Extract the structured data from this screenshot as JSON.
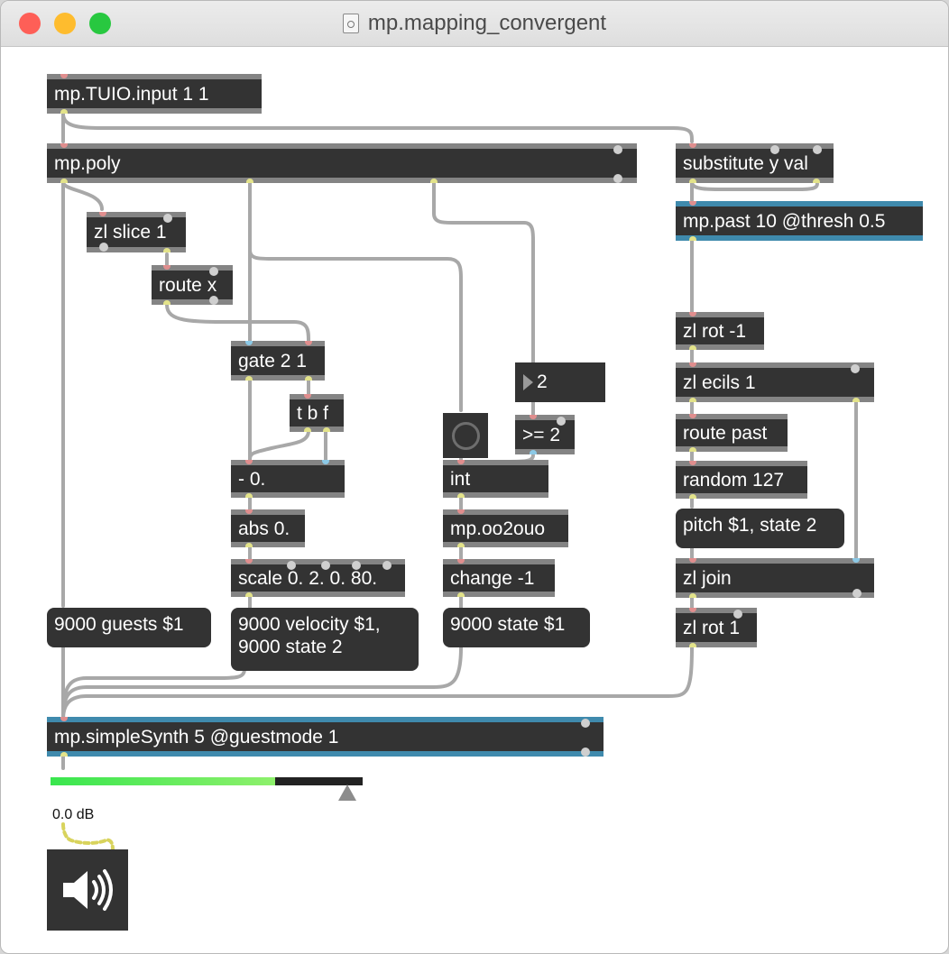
{
  "window": {
    "title": "mp.mapping_convergent",
    "traffic_lights": [
      {
        "name": "close",
        "color": "#fe5f57"
      },
      {
        "name": "minimize",
        "color": "#febc2e"
      },
      {
        "name": "zoom",
        "color": "#28c840"
      }
    ]
  },
  "objects": {
    "tuio_input": "mp.TUIO.input 1 1",
    "poly": "mp.poly",
    "substitute": "substitute y val",
    "past": "mp.past 10 @thresh 0.5",
    "zl_slice": "zl slice 1",
    "route_x": "route x",
    "gate": "gate 2 1",
    "tbf": "t b f",
    "minus": "- 0.",
    "abs": "abs 0.",
    "scale": "scale 0. 2. 0. 80.",
    "int": "int",
    "ge": ">= 2",
    "oo2ouo": "mp.oo2ouo",
    "change": "change -1",
    "zl_rot_neg": "zl rot -1",
    "zl_ecils": "zl ecils 1",
    "route_past": "route past",
    "random": "random 127",
    "zl_join": "zl join",
    "zl_rot": "zl rot 1",
    "simplesynth": "mp.simpleSynth 5 @guestmode 1"
  },
  "messages": {
    "guests": "9000 guests $1",
    "velocity": "9000 velocity $1,\n9000 state 2",
    "state": "9000 state $1",
    "pitch": "pitch $1, state 2"
  },
  "number_box": {
    "value": "2"
  },
  "gain": {
    "label": "0.0 dB",
    "level": 0.72,
    "thumb": 0.95
  },
  "colors": {
    "canvas": "#ffffff",
    "object": "#333333",
    "object_border": "#848484",
    "bpatcher_border": "#3f8aad",
    "cord": "#a8a8a8",
    "inlet": "#e08e8e",
    "outlet": "#e3e38a",
    "meter": "#39e64e"
  },
  "icons": {
    "dac": "speaker-icon",
    "button": "bang-button-icon",
    "number": "number-arrow-icon",
    "document": "document-icon"
  }
}
